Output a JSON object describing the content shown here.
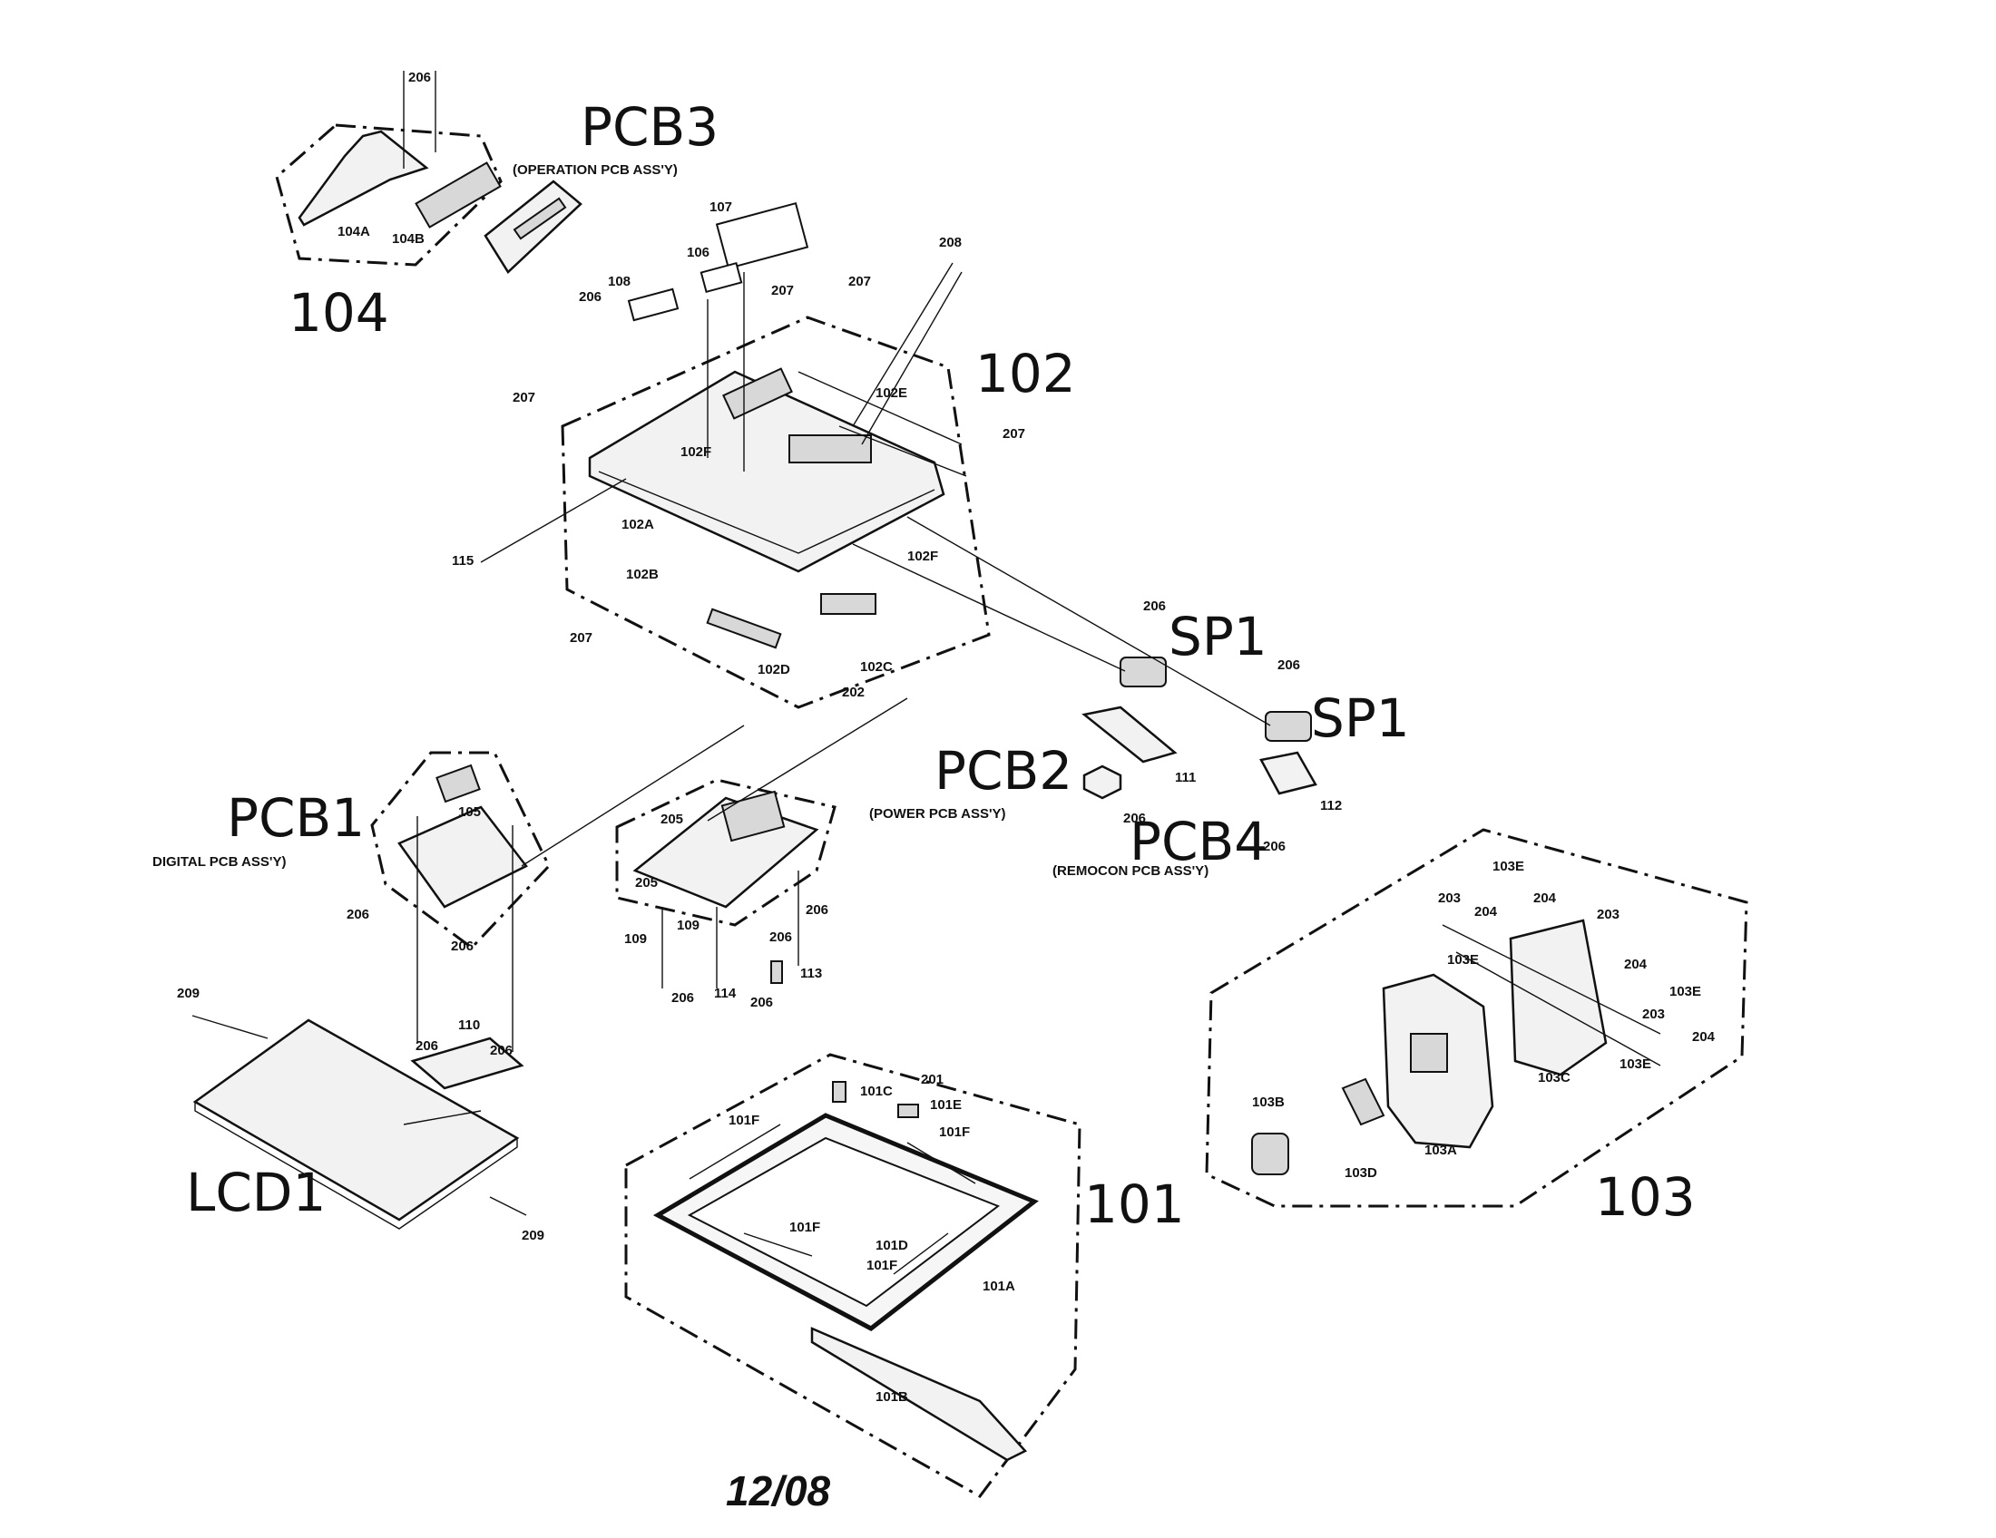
{
  "groups": {
    "g104": "104",
    "g102": "102",
    "g101": "101",
    "g103": "103",
    "pcb3": "PCB3",
    "pcb3_desc": "(OPERATION PCB ASS'Y)",
    "pcb1": "PCB1",
    "pcb1_desc": "DIGITAL PCB ASS'Y)",
    "pcb2": "PCB2",
    "pcb2_desc": "(POWER PCB ASS'Y)",
    "pcb4": "PCB4",
    "pcb4_desc": "(REMOCON PCB ASS'Y)",
    "sp1_a": "SP1",
    "sp1_b": "SP1",
    "lcd1": "LCD1"
  },
  "parts": {
    "p206_top": "206",
    "p104a": "104A",
    "p104b": "104B",
    "p206_pcb3": "206",
    "p107": "107",
    "p106": "106",
    "p108": "108",
    "p207_a": "207",
    "p207_b": "207",
    "p208": "208",
    "p207_left": "207",
    "p102e": "102E",
    "p207_right": "207",
    "p102f_a": "102F",
    "p102a": "102A",
    "p115": "115",
    "p102f_b": "102F",
    "p102b": "102B",
    "p207_low": "207",
    "p102d": "102D",
    "p102c": "102C",
    "p202": "202",
    "p206_sp1a": "206",
    "p206_sp1b": "206",
    "p111": "111",
    "p206_pcb4": "206",
    "p112": "112",
    "p206_sp2": "206",
    "p105": "105",
    "p206_pcb1a": "206",
    "p206_pcb1b": "206",
    "p110": "110",
    "p206_110a": "206",
    "p206_110b": "206",
    "p205_a": "205",
    "p205_b": "205",
    "p206_pcb2a": "206",
    "p206_pcb2b": "206",
    "p109_a": "109",
    "p109_b": "109",
    "p206_pcb2c": "206",
    "p114": "114",
    "p206_pcb2d": "206",
    "p113": "113",
    "p209_a": "209",
    "p209_b": "209",
    "p101c": "101C",
    "p201": "201",
    "p101e": "101E",
    "p101f_a": "101F",
    "p101f_b": "101F",
    "p101f_c": "101F",
    "p101d": "101D",
    "p101f_d": "101F",
    "p101a": "101A",
    "p101b": "101B",
    "p103e_a": "103E",
    "p203_a": "203",
    "p204_a": "204",
    "p204_b": "204",
    "p203_b": "203",
    "p103e_b": "103E",
    "p204_c": "204",
    "p103e_c": "103E",
    "p203_c": "203",
    "p204_d": "204",
    "p103e_d": "103E",
    "p103c": "103C",
    "p103b": "103B",
    "p103a": "103A",
    "p103d": "103D"
  },
  "footer": {
    "date_code": "12/08"
  }
}
